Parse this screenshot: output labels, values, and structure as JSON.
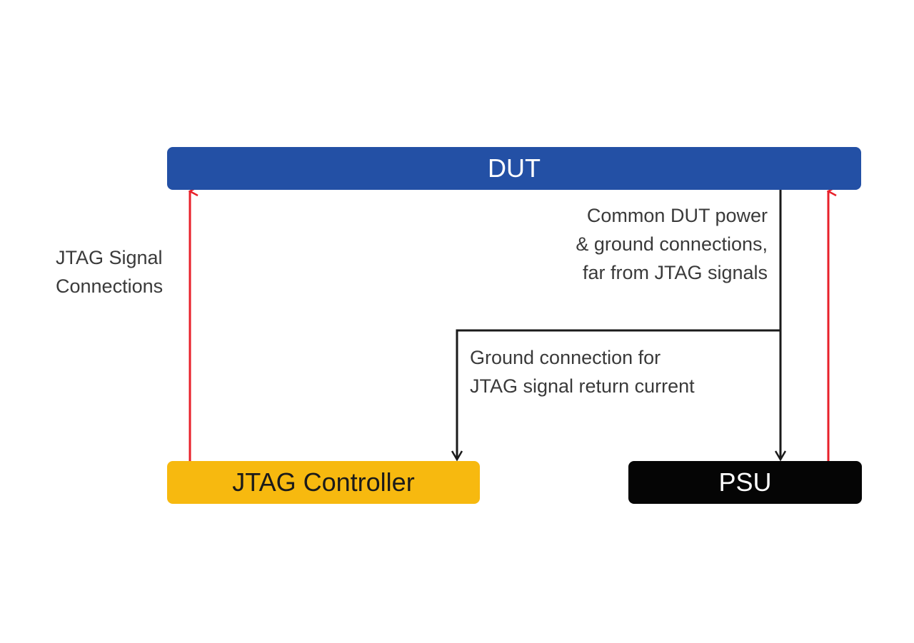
{
  "nodes": {
    "dut": {
      "label": "DUT",
      "color": "#2350a5"
    },
    "jtag_controller": {
      "label": "JTAG Controller",
      "color": "#f7b90f"
    },
    "psu": {
      "label": "PSU",
      "color": "#050505"
    }
  },
  "labels": {
    "jtag_signal": [
      "JTAG Signal",
      "Connections"
    ],
    "common_power": [
      "Common DUT power",
      "& ground connections,",
      "far from JTAG signals"
    ],
    "ground_return": [
      "Ground connection for",
      "JTAG signal return current"
    ]
  },
  "colors": {
    "signal": "#e8202a",
    "ground": "#1a1a1a"
  }
}
